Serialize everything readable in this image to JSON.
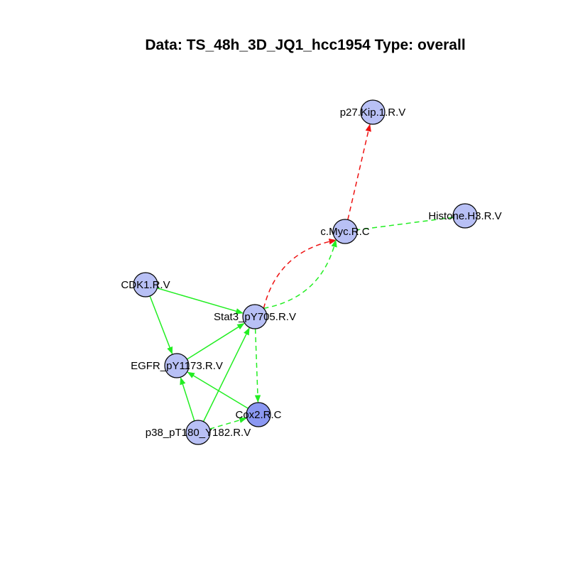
{
  "title": "Data: TS_48h_3D_JQ1_hcc1954 Type: overall",
  "colors": {
    "node_fill": "#b8c0f5",
    "node_fill_highlight": "#8b98f2",
    "edge_green": "#22ee22",
    "edge_red": "#ee1111",
    "background": "#ffffff"
  },
  "nodes": [
    {
      "id": "p27",
      "label": "p27.Kip.1.R.V"
    },
    {
      "id": "histone",
      "label": "Histone.H3.R.V"
    },
    {
      "id": "cmyc",
      "label": "c.Myc.R.C"
    },
    {
      "id": "cdk1",
      "label": "CDK1.R.V"
    },
    {
      "id": "stat3",
      "label": "Stat3_pY705.R.V"
    },
    {
      "id": "egfr",
      "label": "EGFR_pY1173.R.V"
    },
    {
      "id": "cox2",
      "label": "Cox2.R.C",
      "highlight": true
    },
    {
      "id": "p38",
      "label": "p38_pT180_Y182.R.V"
    }
  ],
  "edges": [
    {
      "from": "cmyc",
      "to": "p27",
      "color": "red",
      "dashed": true
    },
    {
      "from": "histone",
      "to": "cmyc",
      "color": "green",
      "dashed": true,
      "arrow": false
    },
    {
      "from": "stat3",
      "to": "cmyc",
      "color": "red",
      "dashed": true
    },
    {
      "from": "stat3",
      "to": "cmyc",
      "color": "green",
      "dashed": true
    },
    {
      "from": "cdk1",
      "to": "stat3",
      "color": "green",
      "dashed": false
    },
    {
      "from": "cdk1",
      "to": "egfr",
      "color": "green",
      "dashed": false
    },
    {
      "from": "egfr",
      "to": "stat3",
      "color": "green",
      "dashed": false
    },
    {
      "from": "stat3",
      "to": "cox2",
      "color": "green",
      "dashed": true
    },
    {
      "from": "cox2",
      "to": "egfr",
      "color": "green",
      "dashed": false
    },
    {
      "from": "p38",
      "to": "egfr",
      "color": "green",
      "dashed": false
    },
    {
      "from": "p38",
      "to": "stat3",
      "color": "green",
      "dashed": false
    },
    {
      "from": "p38",
      "to": "cox2",
      "color": "green",
      "dashed": true
    }
  ]
}
